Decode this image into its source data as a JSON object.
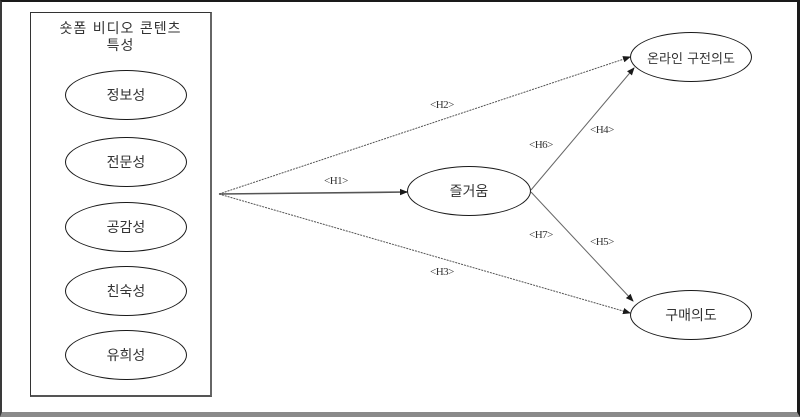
{
  "diagram": {
    "type": "research-model",
    "group": {
      "title": "숏폼 비디오 콘텐츠 특성",
      "title_line1": "숏폼 비디오 콘텐츠",
      "title_line2": "특성",
      "factors": [
        {
          "id": "informativeness",
          "label": "정보성"
        },
        {
          "id": "expertise",
          "label": "전문성"
        },
        {
          "id": "empathy",
          "label": "공감성"
        },
        {
          "id": "familiarity",
          "label": "친숙성"
        },
        {
          "id": "playfulness",
          "label": "유희성"
        }
      ]
    },
    "nodes": {
      "mediator": {
        "label": "즐거움"
      },
      "outcome_top": {
        "label": "온라인 구전의도"
      },
      "outcome_bottom": {
        "label": "구매의도"
      }
    },
    "hypotheses": [
      {
        "id": "H1",
        "label": "<H1>",
        "from": "숏폼 비디오 콘텐츠 특성",
        "to": "즐거움"
      },
      {
        "id": "H2",
        "label": "<H2>",
        "from": "숏폼 비디오 콘텐츠 특성",
        "to": "온라인 구전의도"
      },
      {
        "id": "H3",
        "label": "<H3>",
        "from": "숏폼 비디오 콘텐츠 특성",
        "to": "구매의도"
      },
      {
        "id": "H4",
        "label": "<H4>",
        "from": "즐거움",
        "to": "온라인 구전의도"
      },
      {
        "id": "H5",
        "label": "<H5>",
        "from": "즐거움",
        "to": "구매의도"
      },
      {
        "id": "H6",
        "label": "<H6>",
        "from": "숏폼 비디오 콘텐츠 특성",
        "to": "온라인 구전의도",
        "via": "즐거움"
      },
      {
        "id": "H7",
        "label": "<H7>",
        "from": "숏폼 비디오 콘텐츠 특성",
        "to": "구매의도",
        "via": "즐거움"
      }
    ]
  }
}
